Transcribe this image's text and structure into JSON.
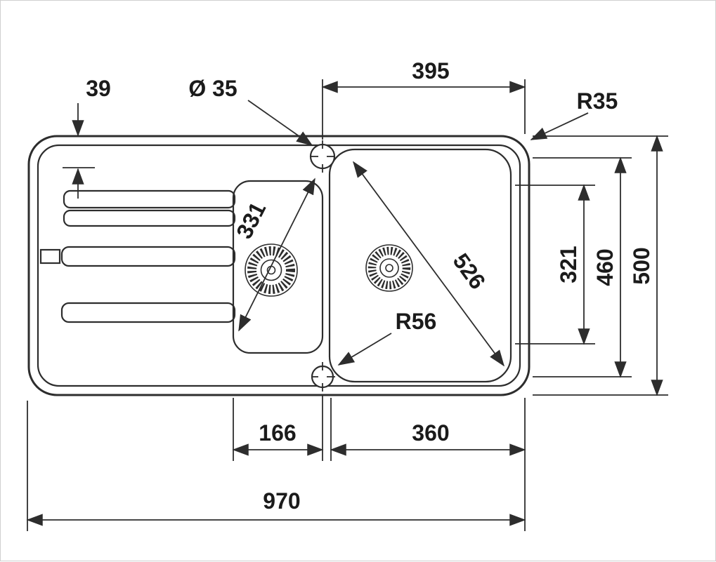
{
  "page": {
    "background": "#ffffff",
    "line_color": "#2d2d2d"
  },
  "drawing": {
    "subject": "Kitchen sink with drainboard and one-and-a-half bowls — dimensioned top view",
    "dimensions": {
      "rim_offset": "39",
      "tap_hole_diameter": "Ø 35",
      "bowl_section_width": "395",
      "outer_corner_radius": "R35",
      "half_bowl_diagonal": "331",
      "main_bowl_diagonal": "526",
      "bowl_inner_depth": "321",
      "bowl_outer_depth": "460",
      "overall_depth": "500",
      "bowl_corner_radius": "R56",
      "half_bowl_width": "166",
      "main_bowl_width": "360",
      "overall_width": "970"
    }
  }
}
